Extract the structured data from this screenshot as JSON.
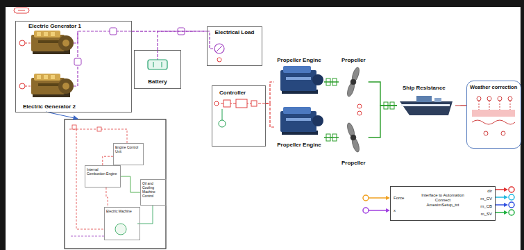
{
  "diagram": {
    "nodes": [
      {
        "text": [
          "Electric Generator 1",
          "Electric Generator 2"
        ]
      },
      {
        "text": [
          "Battery"
        ]
      },
      {
        "text": [
          "Electrical Load"
        ]
      },
      {
        "text": [
          "Controller"
        ]
      },
      {
        "text": [
          "Propeller Engine"
        ]
      },
      {
        "text": [
          "Propeller Engine"
        ]
      },
      {
        "text": [
          "Propeller"
        ]
      },
      {
        "text": [
          "Propeller"
        ]
      },
      {
        "text": [
          "Ship Resistance"
        ]
      },
      {
        "text": [
          "Weather correction"
        ]
      },
      {
        "text": [
          "Engine Control Unit"
        ]
      },
      {
        "text": [
          "Internal Combustion Engine"
        ]
      },
      {
        "text": [
          "Oil and Cooling Machine Control"
        ]
      },
      {
        "text": [
          "Electric Machine"
        ]
      },
      {
        "text": [
          "Force",
          "x",
          "Interface to Automation Connect AmesimSetup_txt",
          "dir",
          "m_CV",
          "m_CB",
          "m_SV"
        ]
      }
    ],
    "edges": [
      {
        "from": 0,
        "to": 2,
        "arrow": "none"
      },
      {
        "from": 1,
        "to": 2,
        "arrow": "none"
      },
      {
        "from": 3,
        "to": 4,
        "arrow": "none"
      },
      {
        "from": 3,
        "to": 5,
        "arrow": "none"
      },
      {
        "from": 4,
        "to": 6,
        "arrow": "none"
      },
      {
        "from": 5,
        "to": 7,
        "arrow": "none"
      },
      {
        "from": 6,
        "to": 8,
        "arrow": "none"
      },
      {
        "from": 7,
        "to": 8,
        "arrow": "none"
      },
      {
        "from": 8,
        "to": 9,
        "arrow": "none"
      },
      {
        "from": 10,
        "to": 11,
        "arrow": "none"
      },
      {
        "from": 11,
        "to": 12,
        "arrow": "none"
      },
      {
        "from": 11,
        "to": 13,
        "arrow": "none"
      }
    ]
  }
}
